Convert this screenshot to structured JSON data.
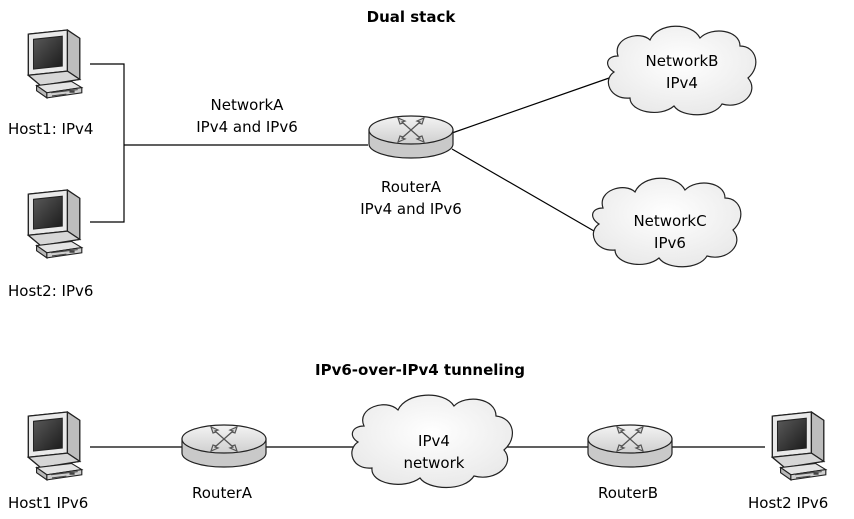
{
  "dual_stack": {
    "title": "Dual stack",
    "host1_label": "Host1: IPv4",
    "host2_label": "Host2: IPv6",
    "networkA_name": "NetworkA",
    "networkA_proto": "IPv4 and IPv6",
    "routerA_name": "RouterA",
    "routerA_proto": "IPv4 and IPv6",
    "networkB_name": "NetworkB",
    "networkB_proto": "IPv4",
    "networkC_name": "NetworkC",
    "networkC_proto": "IPv6"
  },
  "tunneling": {
    "title": "IPv6-over-IPv4 tunneling",
    "host1_label": "Host1 IPv6",
    "routerA_name": "RouterA",
    "cloud_line1": "IPv4",
    "cloud_line2": "network",
    "routerB_name": "RouterB",
    "host2_label": "Host2 IPv6"
  }
}
